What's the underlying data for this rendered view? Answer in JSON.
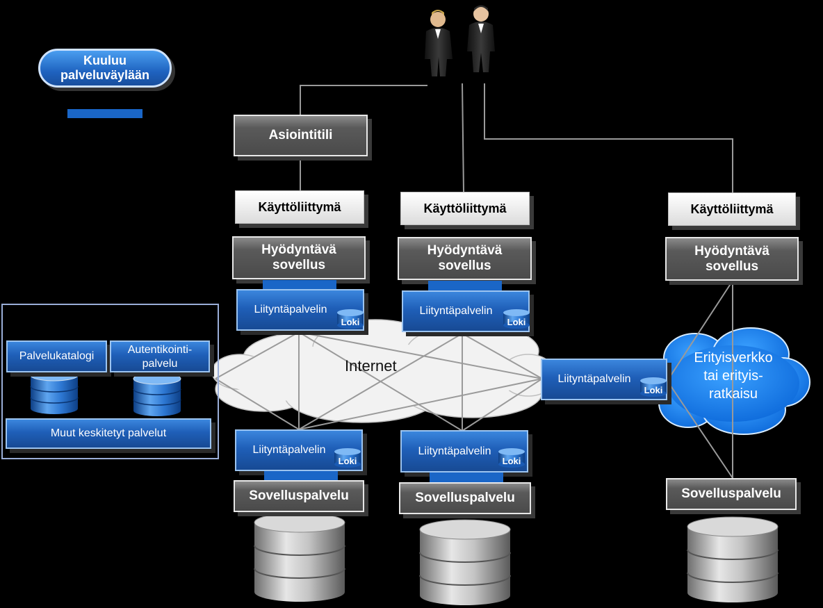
{
  "legend": {
    "pill_text": "Kuuluu palveluväylään",
    "bar_color": "#1a66c7"
  },
  "top": {
    "asiointitili": "Asiointitili"
  },
  "columns": [
    {
      "kayttoliittyma": "Käyttöliittymä",
      "hyodyntava": "Hyödyntävä sovellus",
      "liityntapalvelin_top": "Liityntäpalvelin",
      "loki_top": "Loki",
      "liityntapalvelin_bottom": "Liityntäpalvelin",
      "loki_bottom": "Loki",
      "sovelluspalvelu": "Sovelluspalvelu"
    },
    {
      "kayttoliittyma": "Käyttöliittymä",
      "hyodyntava": "Hyödyntävä sovellus",
      "liityntapalvelin_top": "Liityntäpalvelin",
      "loki_top": "Loki",
      "liityntapalvelin_bottom": "Liityntäpalvelin",
      "loki_bottom": "Loki",
      "sovelluspalvelu": "Sovelluspalvelu"
    },
    {
      "kayttoliittyma": "Käyttöliittymä",
      "hyodyntava": "Hyödyntävä sovellus",
      "liityntapalvelin_mid": "Liityntäpalvelin",
      "loki_mid": "Loki",
      "sovelluspalvelu": "Sovelluspalvelu"
    }
  ],
  "internet": "Internet",
  "special_network": "Erityisverkko tai erityis- ratkaisu",
  "central": {
    "palvelukatalogi": "Palvelukatalogi",
    "autentikointi": "Autentikointi- palvelu",
    "muut": "Muut keskitetyt palvelut"
  },
  "icons": [
    "user-icon",
    "user-icon",
    "database-icon",
    "cloud-icon"
  ]
}
